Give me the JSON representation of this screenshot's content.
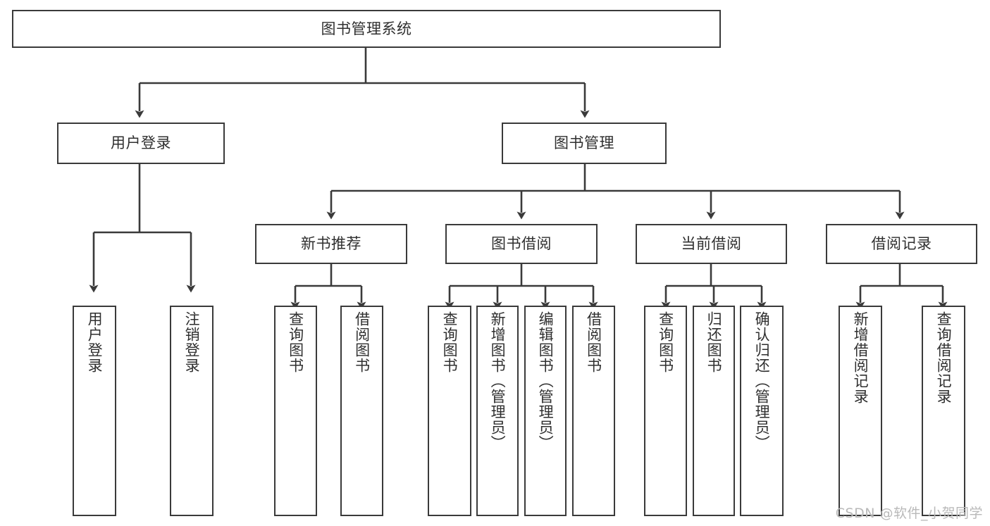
{
  "diagram": {
    "title": "图书管理系统",
    "type": "tree",
    "watermark": "CSDN @软件_小贺同学",
    "colors": {
      "stroke": "#3a3a3a",
      "text": "#2f2f2f",
      "background": "#ffffff",
      "watermark": "#b9b9b9"
    },
    "nodes": {
      "root": {
        "label": "图书管理系统"
      },
      "level1": [
        {
          "label": "用户登录"
        },
        {
          "label": "图书管理"
        }
      ],
      "level2": [
        {
          "label": "新书推荐"
        },
        {
          "label": "图书借阅"
        },
        {
          "label": "当前借阅"
        },
        {
          "label": "借阅记录"
        }
      ],
      "leaves_user_login": [
        {
          "label": "用户登录"
        },
        {
          "label": "注销登录"
        }
      ],
      "leaves_new_book": [
        {
          "label": "查询图书"
        },
        {
          "label": "借阅图书"
        }
      ],
      "leaves_borrow": [
        {
          "label": "查询图书"
        },
        {
          "label": "新增图书（管理员）"
        },
        {
          "label": "编辑图书（管理员）"
        },
        {
          "label": "借阅图书"
        }
      ],
      "leaves_current": [
        {
          "label": "查询图书"
        },
        {
          "label": "归还图书"
        },
        {
          "label": "确认归还（管理员）"
        }
      ],
      "leaves_records": [
        {
          "label": "新增借阅记录"
        },
        {
          "label": "查询借阅记录"
        }
      ]
    }
  }
}
